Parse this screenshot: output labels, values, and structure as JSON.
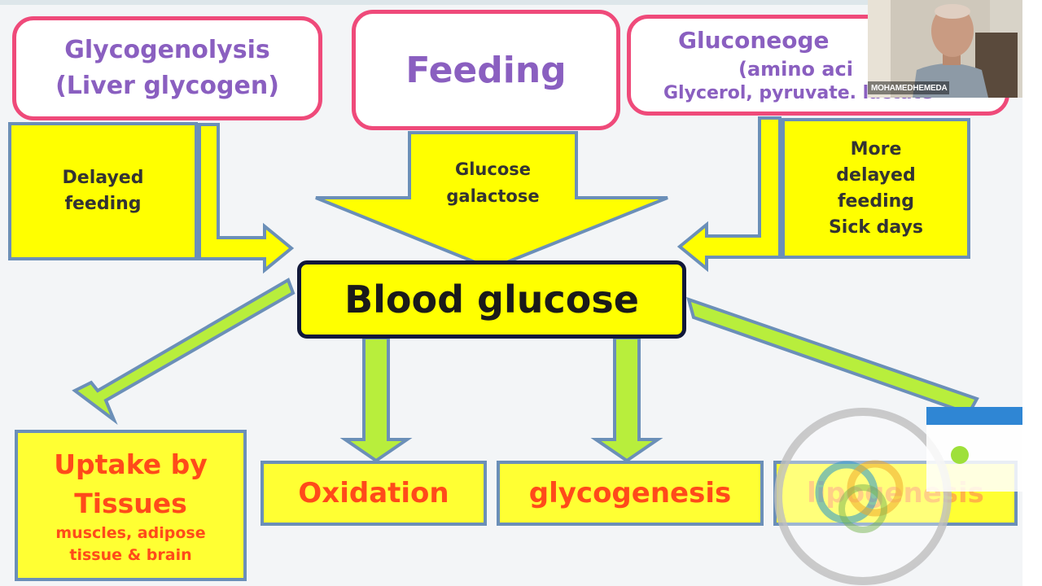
{
  "sources": {
    "glycogenolysis": {
      "line1": "Glycogenolysis",
      "line2": "(Liver glycogen)"
    },
    "feeding": {
      "label": "Feeding"
    },
    "gluconeogenesis": {
      "line1": "Gluconeoge",
      "line2": "(amino aci",
      "line3": "Glycerol, pyruvate. lactate"
    }
  },
  "conditions": {
    "delayed_feeding": {
      "line1": "Delayed",
      "line2": "feeding"
    },
    "glucose_galactose": {
      "line1": "Glucose",
      "line2": "galactose"
    },
    "more_delayed": {
      "line1": "More",
      "line2": "delayed",
      "line3": "feeding",
      "line4": "Sick days"
    }
  },
  "center": {
    "label": "Blood glucose"
  },
  "outputs": {
    "uptake": {
      "line1": "Uptake by",
      "line2": "Tissues",
      "sub1": "muscles, adipose",
      "sub2": "tissue & brain"
    },
    "oxidation": {
      "label": "Oxidation"
    },
    "glycogenesis": {
      "label": "glycogenesis"
    },
    "lipogenesis": {
      "label": "lipogenesis"
    }
  },
  "video": {
    "participant_name": "MOHAMEDHEMEDA"
  },
  "colors": {
    "pink_border": "#ef4a7a",
    "purple_text": "#8a5fc0",
    "yellow_fill": "#ffff00",
    "box_border": "#6b8fb8",
    "arrow_green": "#b8ee3c",
    "output_text": "#ff4a1a",
    "center_border": "#11183a"
  }
}
